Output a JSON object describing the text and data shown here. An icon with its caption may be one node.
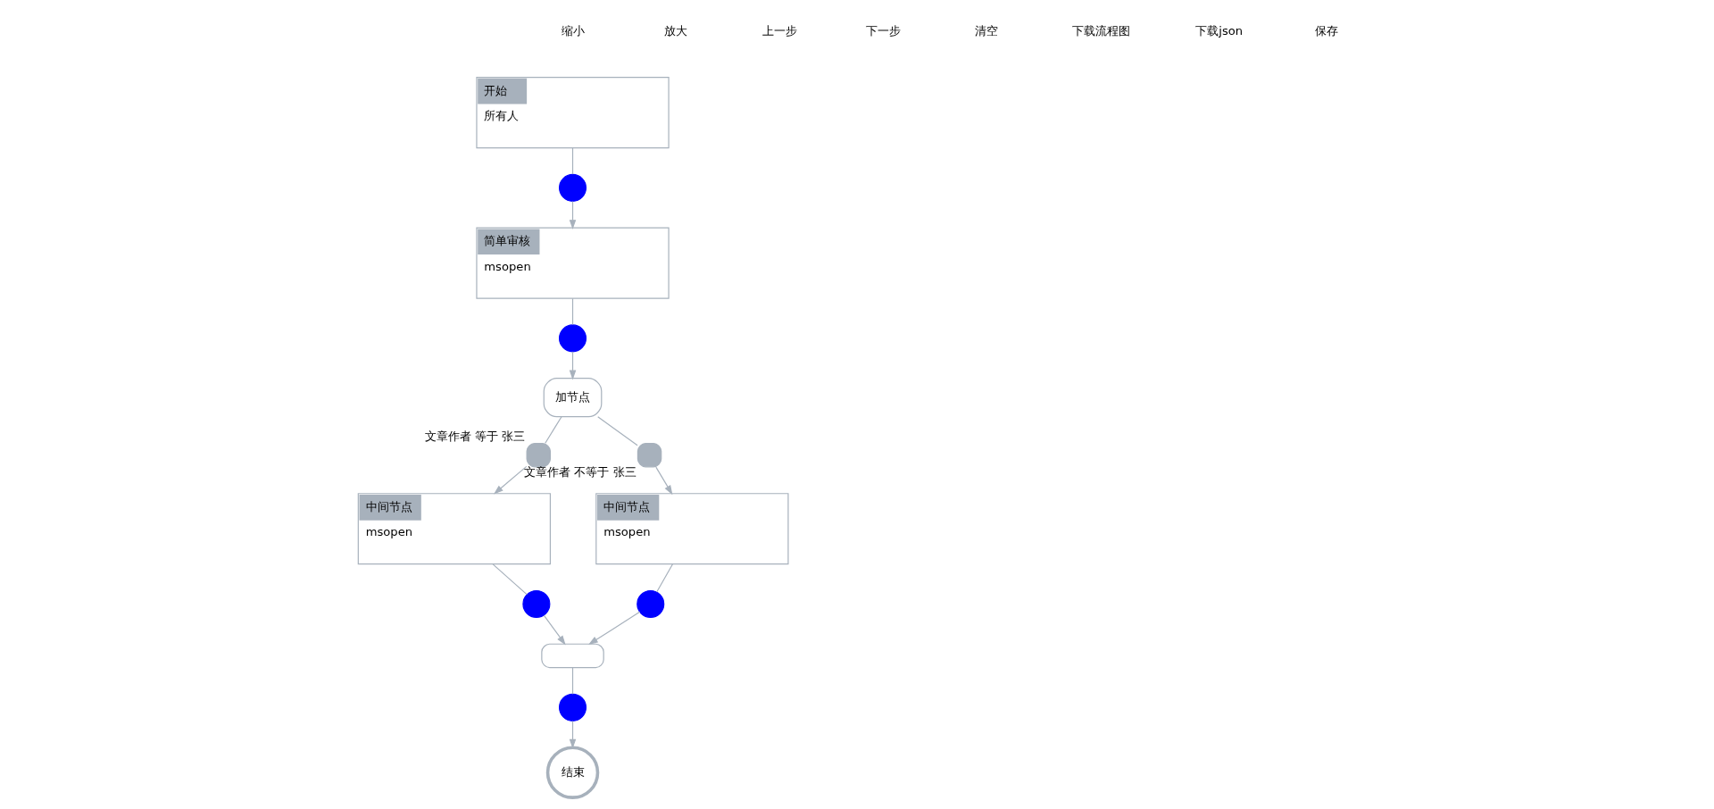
{
  "diagram": {
    "nodes": [
      {
        "text": [
          "开始",
          "所有人"
        ]
      },
      {
        "text": [],
        "shape": "circle"
      },
      {
        "text": [
          "简单审核",
          "msopen"
        ]
      },
      {
        "text": [],
        "shape": "circle"
      },
      {
        "text": [
          "加节点"
        ]
      },
      {
        "text": [],
        "shape": "box",
        "beside": [
          "文章作者 等于 张三"
        ]
      },
      {
        "text": [],
        "shape": "box",
        "beside": [
          "文章作者 不等于 张三"
        ]
      },
      {
        "text": [
          "中间节点",
          "msopen"
        ]
      },
      {
        "text": [
          "中间节点",
          "msopen"
        ]
      },
      {
        "text": [],
        "shape": "circle"
      },
      {
        "text": [],
        "shape": "circle"
      },
      {
        "text": [],
        "shape": "box"
      },
      {
        "text": [],
        "shape": "circle"
      },
      {
        "text": [
          "结束"
        ]
      }
    ],
    "edges": [
      {
        "from": 0,
        "to": 1,
        "arrow": "none"
      },
      {
        "from": 1,
        "to": 2,
        "arrow": "to"
      },
      {
        "from": 2,
        "to": 3,
        "arrow": "none"
      },
      {
        "from": 3,
        "to": 4,
        "arrow": "to"
      },
      {
        "from": 4,
        "to": 5,
        "arrow": "none"
      },
      {
        "from": 4,
        "to": 6,
        "arrow": "none"
      },
      {
        "from": 5,
        "to": 7,
        "arrow": "to"
      },
      {
        "from": 6,
        "to": 8,
        "arrow": "to"
      },
      {
        "from": 7,
        "to": 9,
        "arrow": "none"
      },
      {
        "from": 8,
        "to": 10,
        "arrow": "none"
      },
      {
        "from": 9,
        "to": 11,
        "arrow": "to"
      },
      {
        "from": 10,
        "to": 11,
        "arrow": "to"
      },
      {
        "from": 11,
        "to": 12,
        "arrow": "none"
      },
      {
        "from": 12,
        "to": 13,
        "arrow": "to"
      }
    ],
    "labels": [
      "缩小",
      "放大",
      "上一步",
      "下一步",
      "清空",
      "下载流程图",
      "下载json",
      "保存"
    ]
  }
}
